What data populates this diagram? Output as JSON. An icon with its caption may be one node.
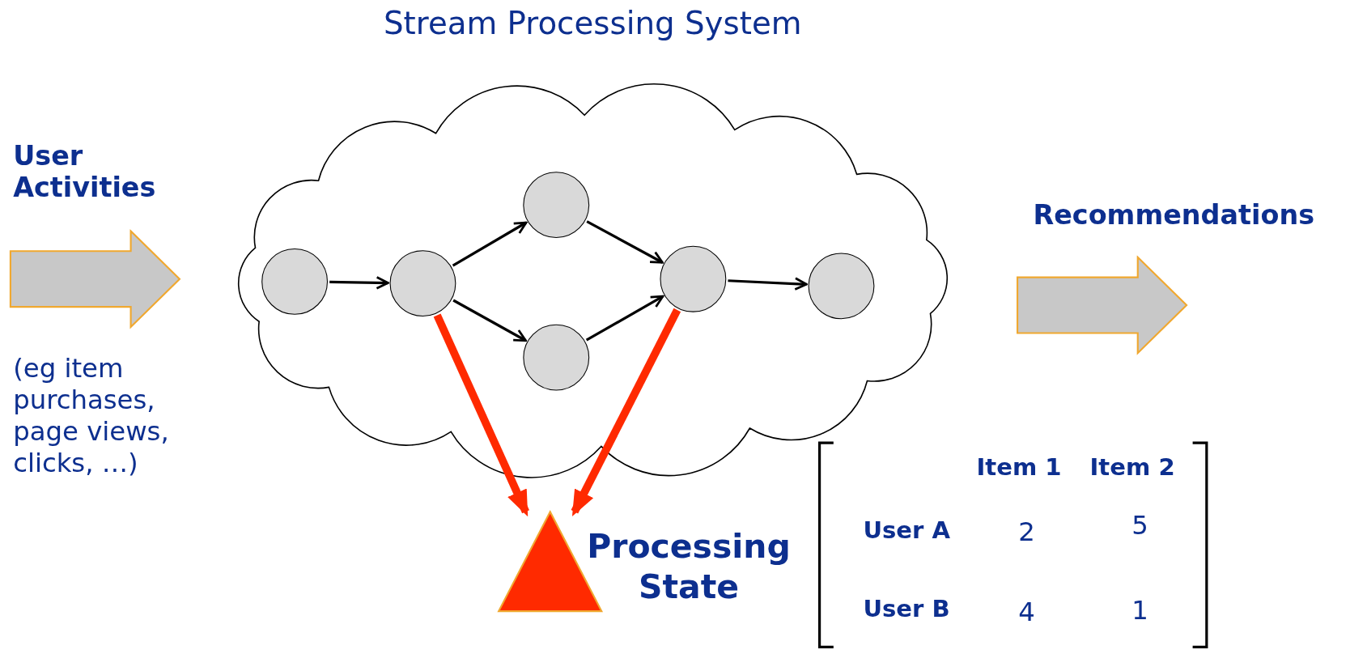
{
  "diagram": {
    "nodes": [
      {
        "text": [
          "Stream Processing System"
        ]
      },
      {
        "text": [],
        "shape": "circle",
        "in": 0
      },
      {
        "text": [],
        "shape": "circle",
        "in": 0
      },
      {
        "text": [],
        "shape": "circle",
        "in": 0
      },
      {
        "text": [],
        "shape": "circle",
        "in": 0
      },
      {
        "text": [],
        "shape": "circle",
        "in": 0
      },
      {
        "text": [],
        "shape": "circle",
        "in": 0
      },
      {
        "text": [
          "User Activities",
          "(eg item purchases, page views, clicks, …)"
        ]
      },
      {
        "text": [
          "Recommendations"
        ]
      },
      {
        "text": [
          "Processing State"
        ]
      }
    ],
    "edges": [
      {
        "from": 1,
        "to": 2,
        "arrow": "to"
      },
      {
        "from": 2,
        "to": 3,
        "arrow": "to"
      },
      {
        "from": 2,
        "to": 4,
        "arrow": "to"
      },
      {
        "from": 3,
        "to": 5,
        "arrow": "to"
      },
      {
        "from": 4,
        "to": 5,
        "arrow": "to"
      },
      {
        "from": 5,
        "to": 6,
        "arrow": "to"
      },
      {
        "from": 2,
        "to": 9,
        "arrow": "to",
        "style": "thick",
        "color": "#ff2a00"
      },
      {
        "from": 5,
        "to": 9,
        "arrow": "to",
        "style": "thick",
        "color": "#ff2a00"
      }
    ],
    "labels": [
      "Item 1",
      "Item 2",
      "User A",
      "2",
      "5",
      "User B",
      "4",
      "1"
    ]
  }
}
